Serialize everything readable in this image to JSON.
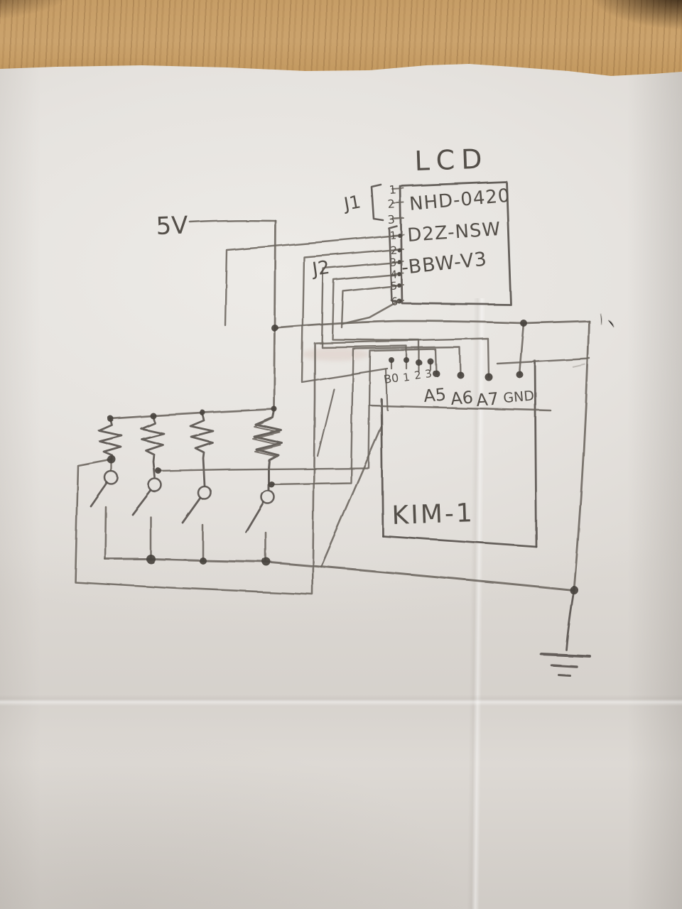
{
  "labels": {
    "title": "LCD",
    "lcd_model_line1": "NHD-0420",
    "lcd_model_line2": "D2Z-NSW",
    "lcd_model_line3": "-BBW-V3",
    "supply": "5V",
    "board": "KIM-1",
    "j1": "J1",
    "j2": "J2"
  },
  "j1_pins": [
    "1",
    "2",
    "3"
  ],
  "j2_pins": [
    "1",
    "2",
    "3",
    "4",
    "5",
    "6"
  ],
  "kim_pins": {
    "b_group": [
      "B0",
      "1",
      "2",
      "3"
    ],
    "a_group": [
      "A5",
      "A6",
      "A7",
      "GND"
    ]
  },
  "colors": {
    "pencil": "#6b655f",
    "pencil_dark": "#48433e",
    "paper": "#e6e3df",
    "wood": "#c69d66",
    "wood_dark": "#2a160a"
  }
}
